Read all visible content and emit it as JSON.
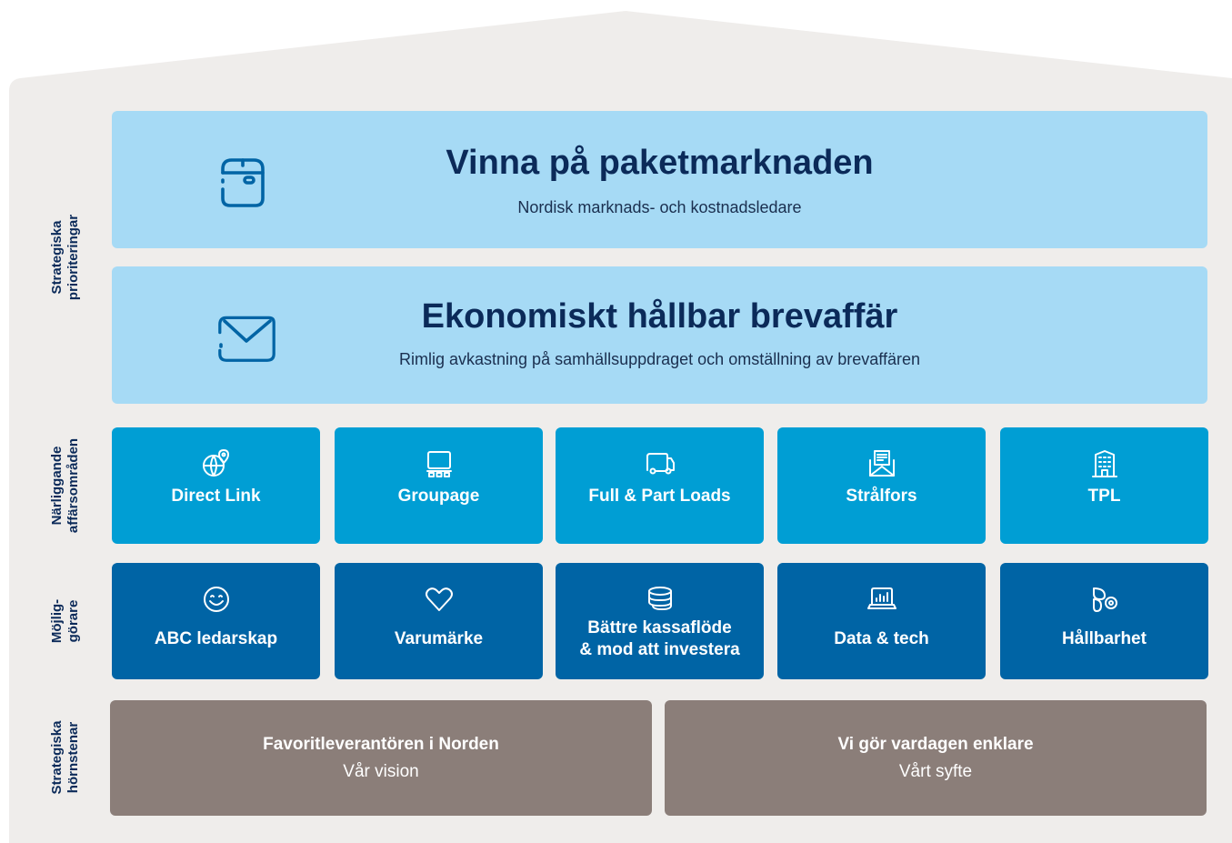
{
  "colors": {
    "house_background": "#efedeb",
    "priority_fill": "#a6daf5",
    "priority_text": "#0b2a59",
    "business_area_fill": "#009ed4",
    "enabler_fill": "#0064a5",
    "cornerstone_fill": "#8b7e79"
  },
  "side_labels": {
    "priorities": "Strategiska\nprioriteringar",
    "adjacent": "Närliggande\naffärsområden",
    "enablers": "Möjlig-\ngörare",
    "cornerstones": "Strategiska\nhörnstenar"
  },
  "priorities": [
    {
      "title": "Vinna på paketmarknaden",
      "subtitle": "Nordisk marknads- och kostnadsledare",
      "icon": "parcel-box-icon"
    },
    {
      "title": "Ekonomiskt hållbar brevaffär",
      "subtitle": "Rimlig avkastning på samhällsuppdraget och omställning av brevaffären",
      "icon": "envelope-icon"
    }
  ],
  "business_areas": [
    {
      "label": "Direct Link",
      "icon": "globe-pin-icon"
    },
    {
      "label": "Groupage",
      "icon": "pallet-icon"
    },
    {
      "label": "Full & Part Loads",
      "icon": "truck-icon"
    },
    {
      "label": "Strålfors",
      "icon": "mail-document-icon"
    },
    {
      "label": "TPL",
      "icon": "warehouse-building-icon"
    }
  ],
  "enablers": [
    {
      "label": "ABC ledarskap",
      "icon": "smiley-icon"
    },
    {
      "label": "Varumärke",
      "icon": "heart-icon"
    },
    {
      "label": "Bättre kassaflöde\n& mod att investera",
      "icon": "coin-stack-icon"
    },
    {
      "label": "Data & tech",
      "icon": "laptop-chart-icon"
    },
    {
      "label": "Hållbarhet",
      "icon": "leaf-circle-icon"
    }
  ],
  "cornerstones": [
    {
      "title": "Favoritleverantören i Norden",
      "subtitle": "Vår vision"
    },
    {
      "title": "Vi gör vardagen enklare",
      "subtitle": "Vårt syfte"
    }
  ]
}
